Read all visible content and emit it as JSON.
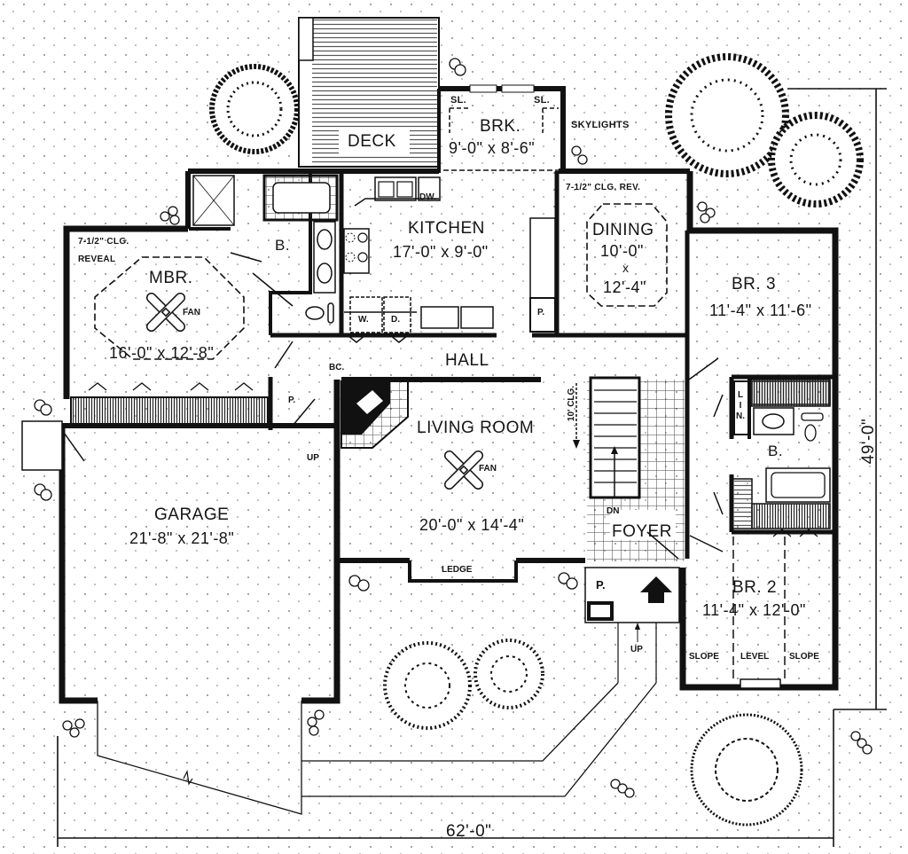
{
  "plan": {
    "type": "floor-plan",
    "overall_width": "62'-0\"",
    "overall_depth": "49'-0\""
  },
  "rooms": {
    "deck": {
      "name": "DECK"
    },
    "breakfast": {
      "name": "BRK.",
      "size": "9'-0\" x 8'-6\"",
      "skylight_mark_left": "SL.",
      "skylight_mark_right": "SL.",
      "skylights_note": "SKYLIGHTS"
    },
    "kitchen": {
      "name": "KITCHEN",
      "size": "17'-0\" x 9'-0\"",
      "dishwasher": "DW.",
      "pantry": "P.",
      "washer": "W.",
      "dryer": "D."
    },
    "dining": {
      "name": "DINING",
      "size_w": "10'-0\"",
      "size_x": "x",
      "size_d": "12'-4\"",
      "ceiling_note": "7-1/2\" CLG. REV."
    },
    "master_bedroom": {
      "name": "MBR.",
      "size": "16'-0\" x 12'-8\"",
      "ceiling_note_1": "7-1/2\" CLG.",
      "ceiling_note_2": "REVEAL",
      "fan": "FAN"
    },
    "master_bath": {
      "name": "B."
    },
    "hall": {
      "name": "HALL",
      "bookcase": "BC.",
      "pantry": "P.",
      "up": "UP"
    },
    "living_room": {
      "name": "LIVING ROOM",
      "size": "20'-0\" x 14'-4\"",
      "fan": "FAN",
      "ceiling_note": "10' CLG.",
      "ledge": "LEDGE"
    },
    "foyer": {
      "name": "FOYER",
      "stair_down": "DN",
      "porch_planter": "P.",
      "porch_up": "UP"
    },
    "garage": {
      "name": "GARAGE",
      "size": "21'-8\" x 21'-8\""
    },
    "bedroom_3": {
      "name": "BR. 3",
      "size": "11'-4\" x 11'-6\""
    },
    "hall_bath": {
      "name": "B.",
      "linen": "L I N."
    },
    "bedroom_2": {
      "name": "BR. 2",
      "size": "11'-4\" x 12'-0\"",
      "slope_left": "SLOPE",
      "level": "LEVEL",
      "slope_right": "SLOPE"
    }
  },
  "colors": {
    "ink": "#111111",
    "paper": "#ffffff",
    "hatch": "#555555"
  }
}
